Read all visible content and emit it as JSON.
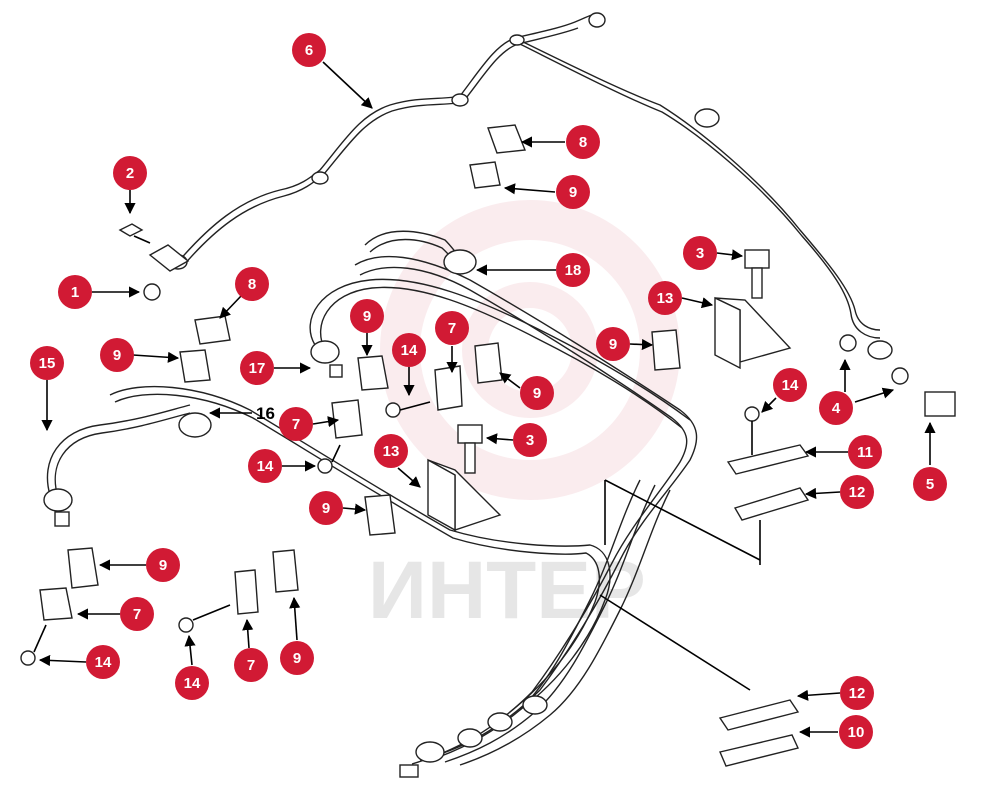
{
  "diagram": {
    "watermark": "ИНТЕР",
    "colors": {
      "badge": "#d11a34",
      "badge_text": "#ffffff",
      "line": "#000000",
      "watermark": "#f2c9cf"
    },
    "callouts": [
      {
        "id": "c1",
        "label": "1"
      },
      {
        "id": "c2",
        "label": "2"
      },
      {
        "id": "c3a",
        "label": "3"
      },
      {
        "id": "c3b",
        "label": "3"
      },
      {
        "id": "c4",
        "label": "4"
      },
      {
        "id": "c5",
        "label": "5"
      },
      {
        "id": "c6",
        "label": "6"
      },
      {
        "id": "c7a",
        "label": "7"
      },
      {
        "id": "c7b",
        "label": "7"
      },
      {
        "id": "c7c",
        "label": "7"
      },
      {
        "id": "c7d",
        "label": "7"
      },
      {
        "id": "c8a",
        "label": "8"
      },
      {
        "id": "c8b",
        "label": "8"
      },
      {
        "id": "c9a",
        "label": "9"
      },
      {
        "id": "c9b",
        "label": "9"
      },
      {
        "id": "c9c",
        "label": "9"
      },
      {
        "id": "c9d",
        "label": "9"
      },
      {
        "id": "c9e",
        "label": "9"
      },
      {
        "id": "c9f",
        "label": "9"
      },
      {
        "id": "c9g",
        "label": "9"
      },
      {
        "id": "c9h",
        "label": "9"
      },
      {
        "id": "c10",
        "label": "10"
      },
      {
        "id": "c11",
        "label": "11"
      },
      {
        "id": "c12a",
        "label": "12"
      },
      {
        "id": "c12b",
        "label": "12"
      },
      {
        "id": "c13a",
        "label": "13"
      },
      {
        "id": "c13b",
        "label": "13"
      },
      {
        "id": "c14a",
        "label": "14"
      },
      {
        "id": "c14b",
        "label": "14"
      },
      {
        "id": "c14c",
        "label": "14"
      },
      {
        "id": "c14d",
        "label": "14"
      },
      {
        "id": "c14e",
        "label": "14"
      },
      {
        "id": "c15",
        "label": "15"
      },
      {
        "id": "c17",
        "label": "17"
      },
      {
        "id": "c18",
        "label": "18"
      }
    ],
    "plain_labels": [
      {
        "id": "p16",
        "label": "16"
      }
    ]
  }
}
